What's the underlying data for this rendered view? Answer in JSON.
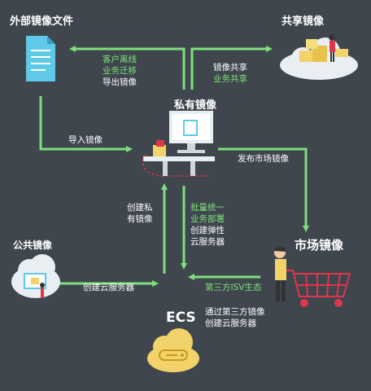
{
  "nodes": {
    "external_file": "外部镜像文件",
    "shared": "共享镜像",
    "private": "私有镜像",
    "public": "公共镜像",
    "market": "市场镜像",
    "ecs": "ECS"
  },
  "edges": {
    "to_external": [
      "客户离线",
      "业务迁移",
      "导出镜像"
    ],
    "to_shared": [
      "镜像共享",
      "业务共享"
    ],
    "import": "导入镜像",
    "publish": "发布市场镜像",
    "create_private": [
      "创建私",
      "有镜像"
    ],
    "batch": [
      "批量统一",
      "业务部署",
      "创建弹性",
      "云服务器"
    ],
    "public_create": "创建云服务器",
    "isv": "第三方ISV生态",
    "market_create": [
      "通过第三方镜像",
      "创建云服务器"
    ]
  },
  "colors": {
    "background": "#3f464e",
    "arrow": "#7ee07a",
    "highlight": "#7ee07a",
    "accent_red": "#e0364a"
  }
}
